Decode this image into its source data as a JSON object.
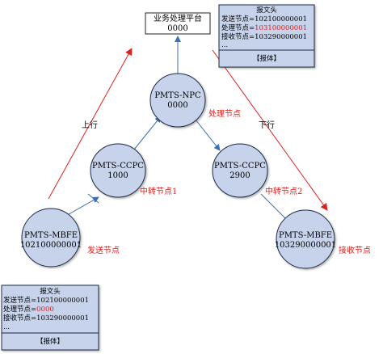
{
  "platform": {
    "title": "业务处理平台",
    "code": "0000"
  },
  "nodes": {
    "npc": {
      "name": "PMTS-NPC",
      "code": "0000"
    },
    "ccpc_l": {
      "name": "PMTS-CCPC",
      "code": "1000"
    },
    "ccpc_r": {
      "name": "PMTS-CCPC",
      "code": "2900"
    },
    "mbfe_l": {
      "name": "PMTS-MBFE",
      "code": "102100000001"
    },
    "mbfe_r": {
      "name": "PMTS-MBFE",
      "code": "103290000001"
    }
  },
  "labels": {
    "processing_node": "处理节点",
    "transit_node_1": "中转节点1",
    "transit_node_2": "中转节点2",
    "sending_node": "发送节点",
    "receiving_node": "接收节点",
    "uplink": "上行",
    "downlink": "下行"
  },
  "header_top": {
    "title": "报文头",
    "sender_label": "发送节点=",
    "sender_value": "102100000001",
    "processor_label": "处理节点=",
    "processor_value": "103100000001",
    "receiver_label": "接收节点=",
    "receiver_value": "103290000001",
    "ellipsis": "...",
    "body": "【报体】"
  },
  "header_bottom": {
    "title": "报文头",
    "sender_label": "发送节点=",
    "sender_value": "102100000001",
    "processor_label": "处理节点=",
    "processor_value": "0000",
    "receiver_label": "接收节点=",
    "receiver_value": "103290000001",
    "ellipsis": "...",
    "body": "【报体】"
  },
  "colors": {
    "node_fill": "#c6d3ea",
    "node_stroke": "#1f2a44",
    "flow_red": "#e0201d",
    "link_blue": "#3b6fb6",
    "box_fill": "#c6d3ea"
  }
}
